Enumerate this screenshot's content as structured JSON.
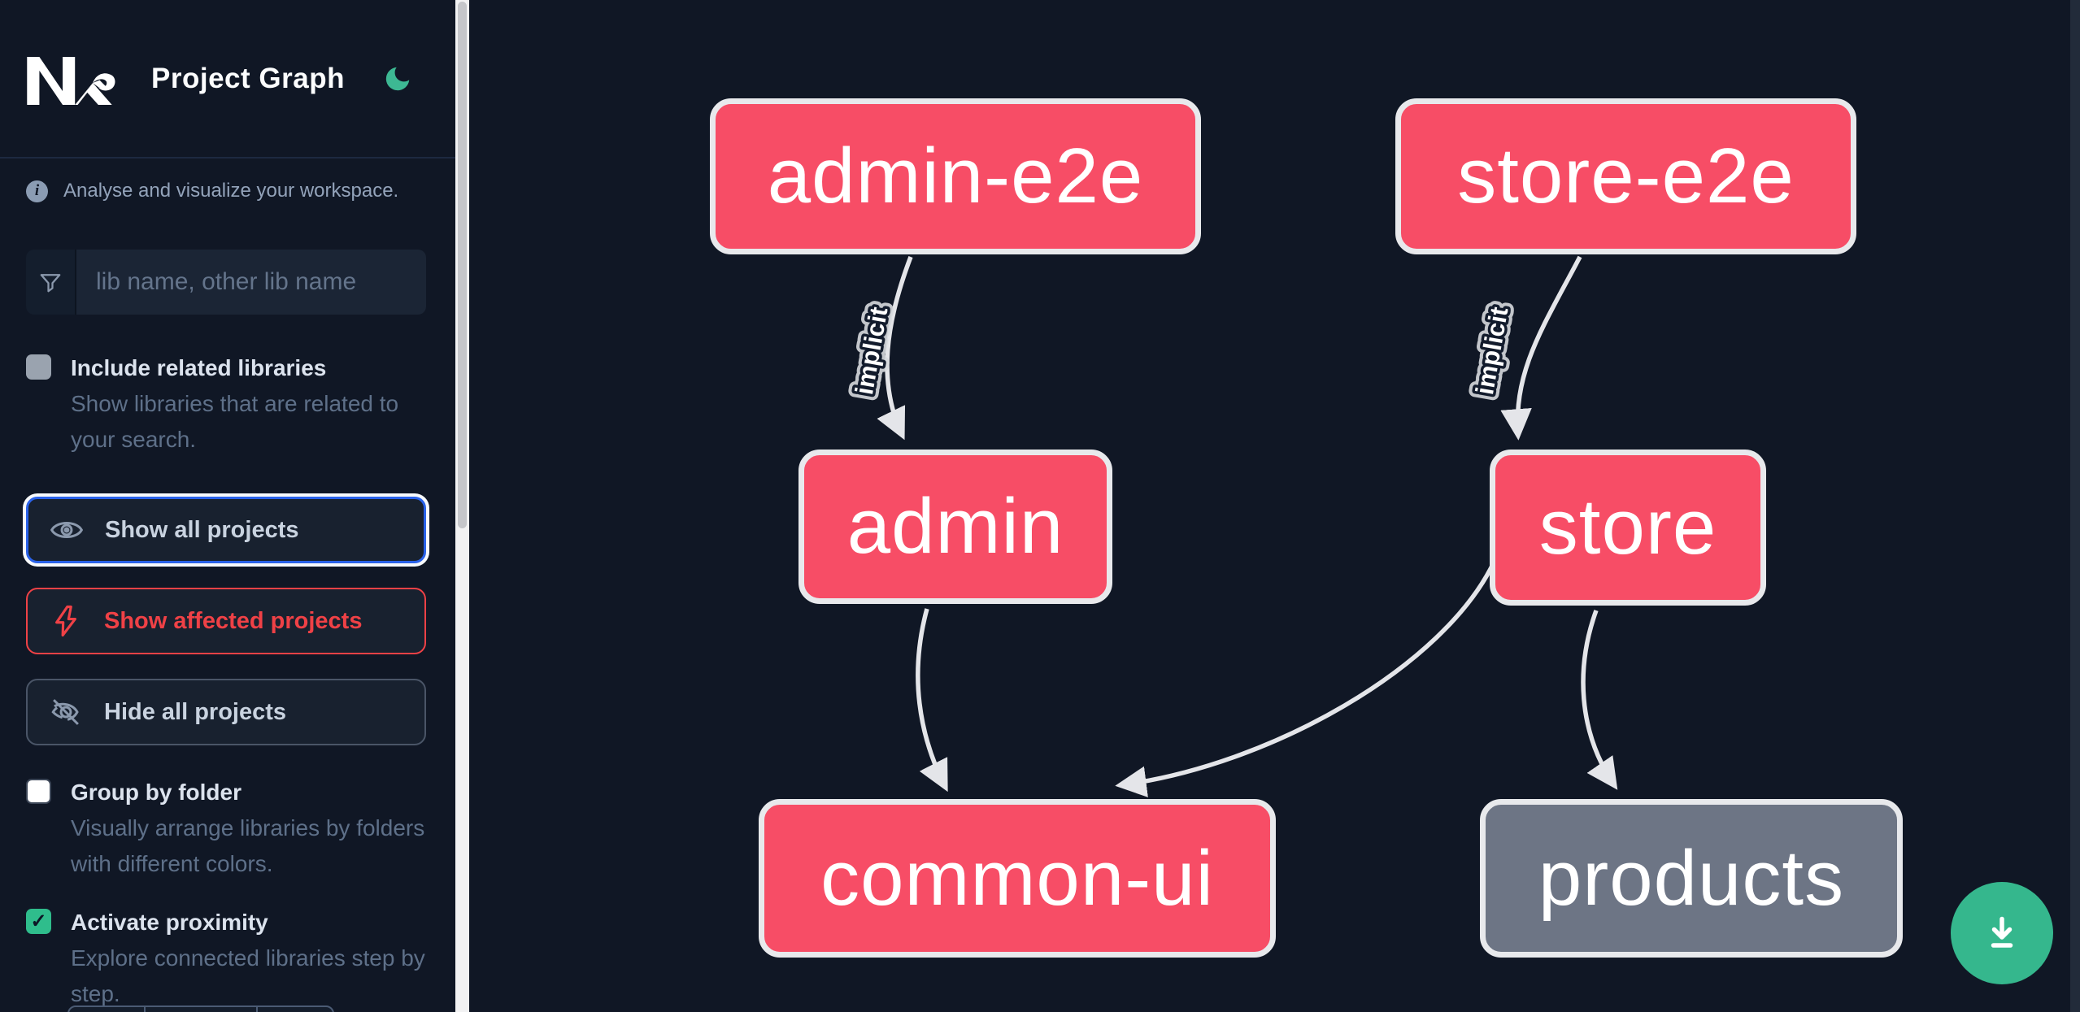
{
  "app": {
    "title": "Project Graph",
    "logo": "nx-logo",
    "theme_toggle_icon": "moon-icon"
  },
  "icons": {
    "check": "✓",
    "info": "i"
  },
  "colors": {
    "node_pink": "#f74d66",
    "node_gray": "#6d7585",
    "accent_green": "#35b78d",
    "affected_red": "#ef4146",
    "focus_blue": "#2a62e9"
  },
  "sidebar": {
    "info_text": "Analyse and visualize your workspace.",
    "search": {
      "icon": "filter-funnel-icon",
      "placeholder": "lib name, other lib name",
      "value": ""
    },
    "options": [
      {
        "label": "Include related libraries",
        "description": "Show libraries that are related to your search.",
        "checked": false
      },
      {
        "label": "Group by folder",
        "description": "Visually arrange libraries by folders with different colors.",
        "checked": false
      },
      {
        "label": "Activate proximity",
        "description": "Explore connected libraries step by step.",
        "checked": true
      }
    ],
    "actions": [
      {
        "label": "Show all projects",
        "icon": "eye-icon",
        "state": "focused"
      },
      {
        "label": "Show affected projects",
        "icon": "bolt-icon",
        "state": "affected"
      },
      {
        "label": "Hide all projects",
        "icon": "eye-off-icon",
        "state": "default"
      }
    ]
  },
  "graph": {
    "nodes": [
      {
        "id": "admin-e2e",
        "label": "admin-e2e",
        "highlighted": true
      },
      {
        "id": "store-e2e",
        "label": "store-e2e",
        "highlighted": true
      },
      {
        "id": "admin",
        "label": "admin",
        "highlighted": true
      },
      {
        "id": "store",
        "label": "store",
        "highlighted": true
      },
      {
        "id": "common-ui",
        "label": "common-ui",
        "highlighted": true
      },
      {
        "id": "products",
        "label": "products",
        "highlighted": false
      }
    ],
    "edges": [
      {
        "source": "admin-e2e",
        "target": "admin",
        "label": "implicit"
      },
      {
        "source": "store-e2e",
        "target": "store",
        "label": "implicit"
      },
      {
        "source": "admin",
        "target": "common-ui",
        "label": ""
      },
      {
        "source": "store",
        "target": "common-ui",
        "label": ""
      },
      {
        "source": "store",
        "target": "products",
        "label": ""
      }
    ]
  },
  "fab": {
    "icon": "download-icon"
  }
}
